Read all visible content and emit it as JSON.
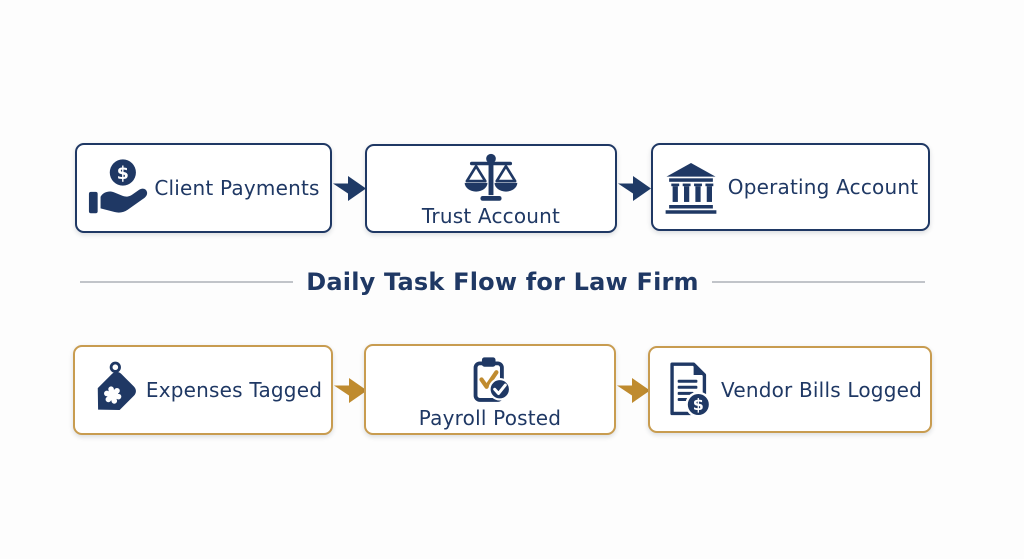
{
  "title": "Daily Task Flow for Law Firm",
  "colors": {
    "navy": "#1f3864",
    "gold_arrow": "#bf8b2f",
    "gold_border": "#c89c50",
    "divider_gray": "#c1c4c9",
    "background": "#fdfdfd",
    "box_background": "#ffffff"
  },
  "top_flow": {
    "items": [
      {
        "label": "Client Payments",
        "icon": "hand-holding-dollar-icon"
      },
      {
        "label": "Trust Account",
        "icon": "balance-scale-icon"
      },
      {
        "label": "Operating Account",
        "icon": "bank-building-icon"
      }
    ],
    "arrow_icon": "flow-arrow-icon",
    "arrow_color": "#1f3a66"
  },
  "bottom_flow": {
    "items": [
      {
        "label": "Expenses Tagged",
        "icon": "price-tag-icon"
      },
      {
        "label": "Payroll Posted",
        "icon": "clipboard-check-icon"
      },
      {
        "label": "Vendor Bills Logged",
        "icon": "invoice-dollar-icon"
      }
    ],
    "arrow_icon": "flow-arrow-icon",
    "arrow_color": "#bf8b2f"
  },
  "icon_glyphs": {
    "dollar_sign": "$"
  }
}
